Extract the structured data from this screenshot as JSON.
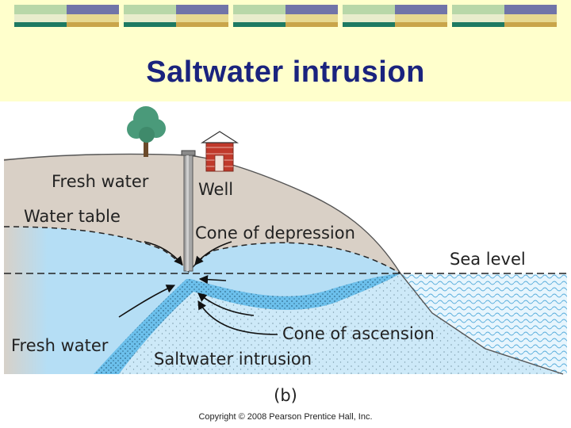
{
  "slide": {
    "title": "Saltwater intrusion"
  },
  "figure": {
    "labels": {
      "fresh_water_top": "Fresh water",
      "well": "Well",
      "water_table": "Water table",
      "cone_of_depression": "Cone of depression",
      "sea_level": "Sea level",
      "cone_of_ascension": "Cone of ascension",
      "fresh_water_bottom": "Fresh water",
      "saltwater_intrusion": "Saltwater intrusion"
    },
    "panel_label": "(b)",
    "copyright": "Copyright © 2008 Pearson Prentice Hall, Inc."
  },
  "colors": {
    "header_bg": "#ffffcc",
    "title": "#1a237e",
    "land": "#d9d0c6",
    "fresh_water": "#b5def5",
    "saltwater": "#cde9f8",
    "intrusion_band": "#6cc0ec",
    "brick": "#c0392b",
    "tree": "#4a9a7a"
  }
}
